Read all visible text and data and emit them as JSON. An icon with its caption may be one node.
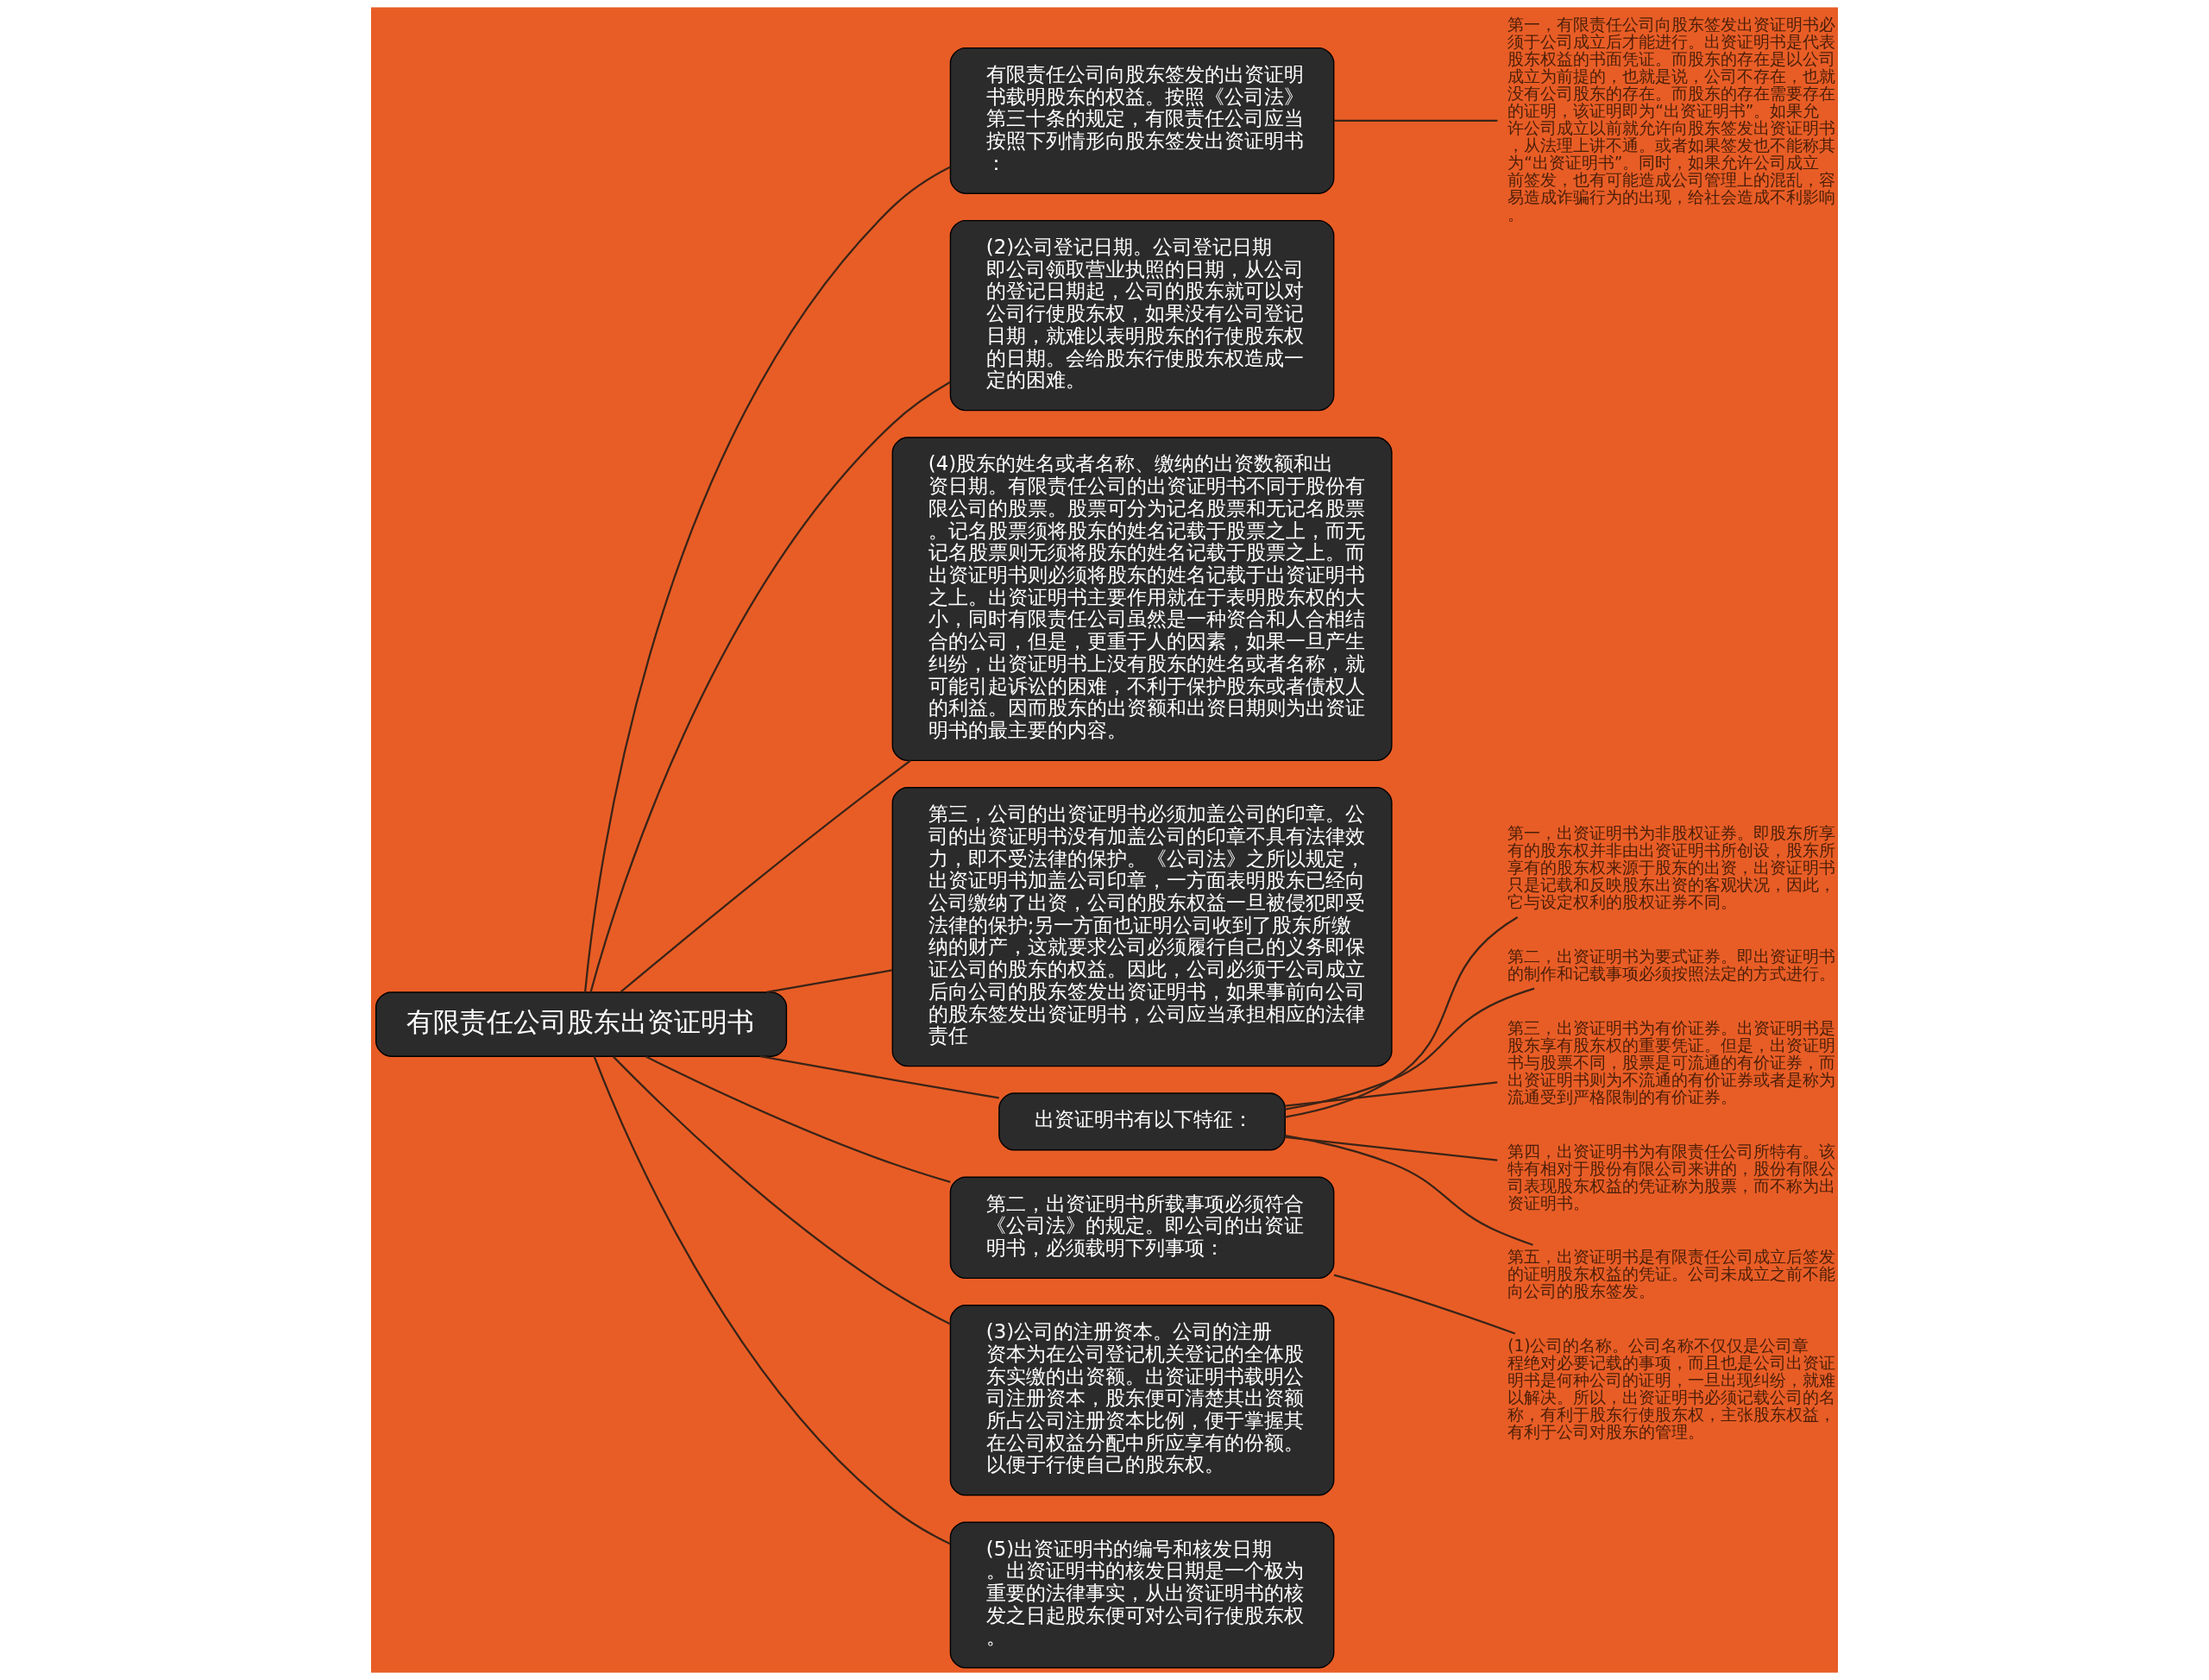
{
  "diagram": {
    "nodes": [
      {
        "text": [
          "有限责任公司股东出资证明书"
        ]
      },
      {
        "text": [
          "有限责任公司向股东签发的出资证明书载明股东的权益。按照《公司法》第三十条的规定，有限责任公司应当按照下列情形向股东签发出资证明书："
        ]
      },
      {
        "text": [
          "(2)公司登记日期。公司登记日期即公司领取营业执照的日期，从公司的登记日期起，公司的股东就可以对公司行使股东权，如果没有公司登记日期，就难以表明股东的行使股东权的日期。会给股东行使股东权造成一定的困难。"
        ]
      },
      {
        "text": [
          "(4)股东的姓名或者名称、缴纳的出资数额和出资日期。有限责任公司的出资证明书不同于股份有限公司的股票。股票可分为记名股票和无记名股票。记名股票须将股东的姓名记载于股票之上，而无记名股票则无须将股东的姓名记载于股票之上。而出资证明书则必须将股东的姓名记载于出资证明书之上。出资证明书主要作用就在于表明股东权的大小，同时有限责任公司虽然是一种资合和人合相结合的公司，但是，更重于人的因素，如果一旦产生纠纷，出资证明书上没有股东的姓名或者名称，就可能引起诉讼的困难，不利于保护股东或者债权人的利益。因而股东的出资额和出资日期则为出资证明书的最主要的内容。"
        ]
      },
      {
        "text": [
          "第三，公司的出资证明书必须加盖公司的印章。公司的出资证明书没有加盖公司的印章不具有法律效力，即不受法律的保护。《公司法》之所以规定，出资证明书加盖公司印章，一方面表明股东已经向公司缴纳了出资，公司的股东权益一旦被侵犯即受法律的保护;另一方面也证明公司收到了股东所缴纳的财产，这就要求公司必须履行自己的义务即保证公司的股东的权益。因此，公司必须于公司成立后向公司的股东签发出资证明书，如果事前向公司的股东签发出资证明书，公司应当承担相应的法律责任"
        ]
      },
      {
        "text": [
          "出资证明书有以下特征："
        ]
      },
      {
        "text": [
          "第二，出资证明书所载事项必须符合《公司法》的规定。即公司的出资证明书，必须载明下列事项："
        ]
      },
      {
        "text": [
          "(3)公司的注册资本。公司的注册资本为在公司登记机关登记的全体股东实缴的出资额。出资证明书载明公司注册资本，股东便可清楚其出资额所占公司注册资本比例，便于掌握其在公司权益分配中所应享有的份额。以便于行使自己的股东权。"
        ]
      },
      {
        "text": [
          "(5)出资证明书的编号和核发日期。出资证明书的核发日期是一个极为重要的法律事实，从出资证明书的核发之日起股东便可对公司行使股东权。"
        ]
      },
      {
        "text": [
          "第一，有限责任公司向股东签发出资证明书必须于公司成立后才能进行。出资证明书是代表股东权益的书面凭证。而股东的存在是以公司成立为前提的，也就是说，公司不存在，也就没有公司股东的存在。而股东的存在需要存在的证明，该证明即为“出资证明书”。如果允许公司成立以前就允许向股东签发出资证明书，从法理上讲不通。或者如果签发也不能称其为“出资证明书”。同时，如果允许公司成立前签发，也有可能造成公司管理上的混乱，容易造成诈骗行为的出现，给社会造成不利影响。"
        ]
      },
      {
        "text": [
          "第一，出资证明书为非股权证券。即股东所享有的股东权并非由出资证明书所创设，股东所享有的股东权来源于股东的出资，出资证明书只是记载和反映股东出资的客观状况，因此，它与设定权利的股权证券不同。"
        ]
      },
      {
        "text": [
          "第二，出资证明书为要式证券。即出资证明书的制作和记载事项必须按照法定的方式进行。"
        ]
      },
      {
        "text": [
          "第三，出资证明书为有价证券。出资证明书是股东享有股东权的重要凭证。但是，出资证明书与股票不同，股票是可流通的有价证券，而出资证明书则为不流通的有价证券或者是称为流通受到严格限制的有价证券。"
        ]
      },
      {
        "text": [
          "第四，出资证明书为有限责任公司所特有。该特有相对于股份有限公司来讲的，股份有限公司表现股东权益的凭证称为股票，而不称为出资证明书。"
        ]
      },
      {
        "text": [
          "第五，出资证明书是有限责任公司成立后签发的证明股东权益的凭证。公司未成立之前不能向公司的股东签发。"
        ]
      },
      {
        "text": [
          "(1)公司的名称。公司名称不仅仅是公司章程绝对必要记载的事项，而且也是公司出资证明书是何种公司的证明，一旦出现纠纷，就难以解决。所以，出资证明书必须记载公司的名称，有利于股东行使股东权，主张股东权益，有利于公司对股东的管理。"
        ]
      }
    ],
    "edges": [
      {
        "from": 0,
        "to": 1,
        "arrow": "none"
      },
      {
        "from": 0,
        "to": 2,
        "arrow": "none"
      },
      {
        "from": 0,
        "to": 3,
        "arrow": "none"
      },
      {
        "from": 0,
        "to": 4,
        "arrow": "none"
      },
      {
        "from": 0,
        "to": 5,
        "arrow": "none"
      },
      {
        "from": 0,
        "to": 6,
        "arrow": "none"
      },
      {
        "from": 0,
        "to": 7,
        "arrow": "none"
      },
      {
        "from": 0,
        "to": 8,
        "arrow": "none"
      },
      {
        "from": 1,
        "to": 9,
        "arrow": "none"
      },
      {
        "from": 5,
        "to": 10,
        "arrow": "none"
      },
      {
        "from": 5,
        "to": 11,
        "arrow": "none"
      },
      {
        "from": 5,
        "to": 12,
        "arrow": "none"
      },
      {
        "from": 5,
        "to": 13,
        "arrow": "none"
      },
      {
        "from": 5,
        "to": 14,
        "arrow": "none"
      },
      {
        "from": 6,
        "to": 15,
        "arrow": "none"
      }
    ]
  }
}
